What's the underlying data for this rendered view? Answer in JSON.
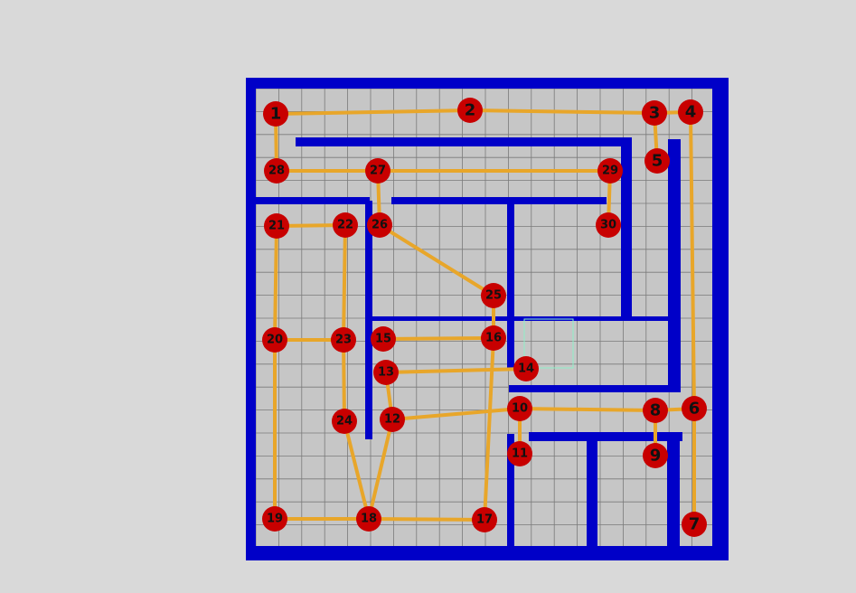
{
  "colors": {
    "background": "#d9d9d9",
    "floor": "#c6c6c6",
    "grid_line": "#7a7a7a",
    "wall": "#0000c8",
    "wall_dark": "#00008a",
    "edge": "#e8a62a",
    "node": "#c80000",
    "node_label": "#111111",
    "marker": "#8ff0c8"
  },
  "map": {
    "nodes": [
      {
        "id": "1",
        "label": "1"
      },
      {
        "id": "2",
        "label": "2"
      },
      {
        "id": "3",
        "label": "3"
      },
      {
        "id": "4",
        "label": "4"
      },
      {
        "id": "5",
        "label": "5"
      },
      {
        "id": "6",
        "label": "6"
      },
      {
        "id": "7",
        "label": "7"
      },
      {
        "id": "8",
        "label": "8"
      },
      {
        "id": "9",
        "label": "9"
      },
      {
        "id": "10",
        "label": "10"
      },
      {
        "id": "11",
        "label": "11"
      },
      {
        "id": "12",
        "label": "12"
      },
      {
        "id": "13",
        "label": "13"
      },
      {
        "id": "14",
        "label": "14"
      },
      {
        "id": "15",
        "label": "15"
      },
      {
        "id": "16",
        "label": "16"
      },
      {
        "id": "17",
        "label": "17"
      },
      {
        "id": "18",
        "label": "18"
      },
      {
        "id": "19",
        "label": "19"
      },
      {
        "id": "20",
        "label": "20"
      },
      {
        "id": "21",
        "label": "21"
      },
      {
        "id": "22",
        "label": "22"
      },
      {
        "id": "23",
        "label": "23"
      },
      {
        "id": "24",
        "label": "24"
      },
      {
        "id": "25",
        "label": "25"
      },
      {
        "id": "26",
        "label": "26"
      },
      {
        "id": "27",
        "label": "27"
      },
      {
        "id": "28",
        "label": "28"
      },
      {
        "id": "29",
        "label": "29"
      },
      {
        "id": "30",
        "label": "30"
      }
    ],
    "edges": [
      [
        "1",
        "2"
      ],
      [
        "2",
        "3"
      ],
      [
        "3",
        "4"
      ],
      [
        "3",
        "5"
      ],
      [
        "4",
        "6"
      ],
      [
        "6",
        "7"
      ],
      [
        "6",
        "8"
      ],
      [
        "8",
        "9"
      ],
      [
        "8",
        "10"
      ],
      [
        "10",
        "11"
      ],
      [
        "10",
        "12"
      ],
      [
        "12",
        "13"
      ],
      [
        "13",
        "14"
      ],
      [
        "12",
        "18"
      ],
      [
        "18",
        "24"
      ],
      [
        "24",
        "23"
      ],
      [
        "23",
        "22"
      ],
      [
        "22",
        "21"
      ],
      [
        "21",
        "20"
      ],
      [
        "20",
        "23"
      ],
      [
        "20",
        "19"
      ],
      [
        "19",
        "18"
      ],
      [
        "18",
        "17"
      ],
      [
        "17",
        "16"
      ],
      [
        "16",
        "15"
      ],
      [
        "16",
        "25"
      ],
      [
        "25",
        "26"
      ],
      [
        "26",
        "27"
      ],
      [
        "27",
        "28"
      ],
      [
        "28",
        "1"
      ],
      [
        "27",
        "29"
      ],
      [
        "29",
        "30"
      ]
    ]
  }
}
